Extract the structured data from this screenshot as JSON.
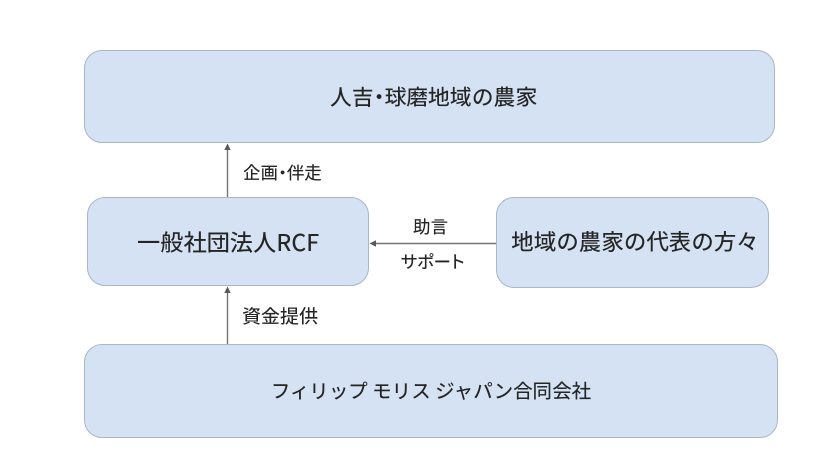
{
  "diagram": {
    "background_color": "#ffffff",
    "node_fill_color": "#d5e2f3",
    "node_border_color": "#a7b6c9",
    "connector_color": "#757575",
    "arrowhead_color": "#595959",
    "text_color": "#252525",
    "nodes": {
      "farmers": {
        "label": "人吉・球磨地域の農家"
      },
      "rcf": {
        "label": "一般社団法人RCF"
      },
      "representatives": {
        "label": "地域の農家の代表の方々"
      },
      "pmj": {
        "label": "フィリップ モリス ジャパン合同会社"
      }
    },
    "edges": {
      "planning": {
        "label": "企画・伴走",
        "from": "rcf",
        "to": "farmers"
      },
      "advice": {
        "label": "助言",
        "from": "representatives",
        "to": "rcf"
      },
      "support": {
        "label": "サポート",
        "from": "representatives",
        "to": "rcf"
      },
      "funding": {
        "label": "資金提供",
        "from": "pmj",
        "to": "rcf"
      }
    }
  }
}
